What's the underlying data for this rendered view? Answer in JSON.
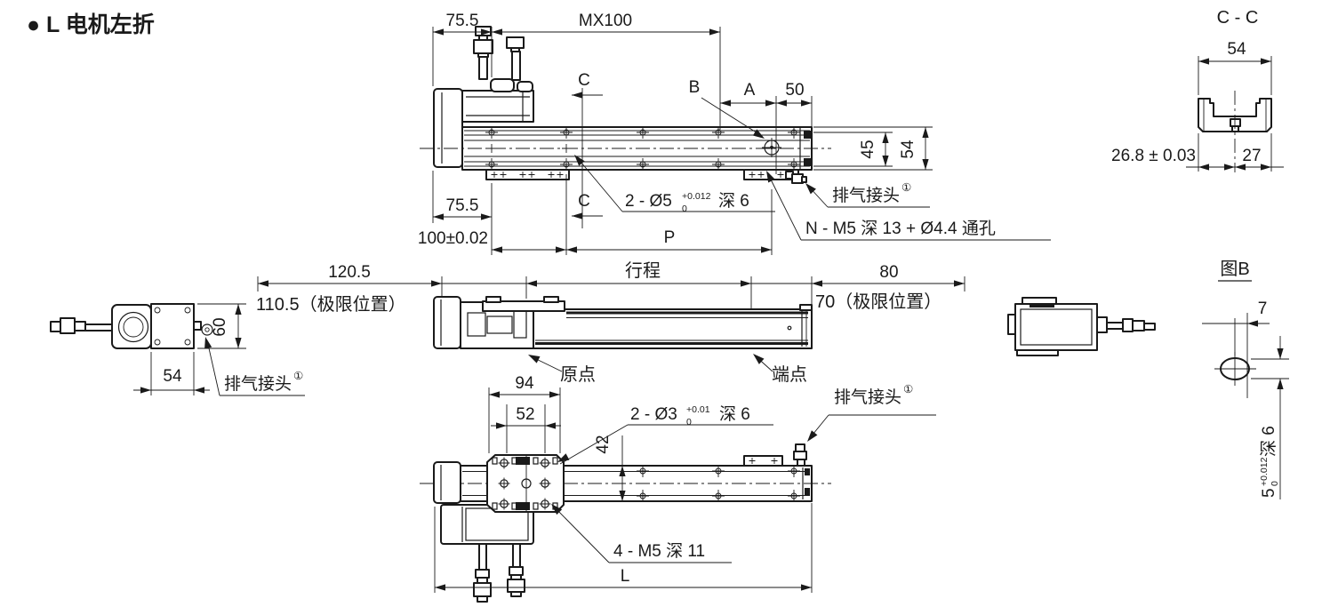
{
  "title": "● L 电机左折",
  "top_view": {
    "dim_75_5_top": "75.5",
    "dim_mx100": "MX100",
    "section_c_top": "C",
    "label_b": "B",
    "dim_a": "A",
    "dim_50": "50",
    "dim_45": "45",
    "dim_54": "54",
    "dim_75_5_bottom": "75.5",
    "dim_100": "100±0.02",
    "section_c_bottom": "C",
    "dim_p": "P",
    "pin_hole_label": "2 - Ø5",
    "pin_hole_tol_sup": "+0.012",
    "pin_hole_tol_sub": "0",
    "pin_hole_depth": "深 6",
    "exhaust_label": "排气接头",
    "exhaust_note": "①",
    "mount_hole_label": "N - M5 深 13 + Ø4.4 通孔"
  },
  "stroke_row": {
    "dim_120_5": "120.5",
    "stroke_label": "行程",
    "dim_80": "80",
    "limit_left": "110.5（极限位置）",
    "limit_right": "70（极限位置）"
  },
  "left_view": {
    "dim_60": "60",
    "dim_54": "54",
    "exhaust_label": "排气接头",
    "exhaust_note": "①"
  },
  "front_view": {
    "origin_label": "原点",
    "end_label": "端点"
  },
  "section_cc": {
    "title": "C - C",
    "dim_54": "54",
    "dim_26_8": "26.8 ± 0.03",
    "dim_27": "27"
  },
  "detail_b": {
    "title": "图B",
    "dim_7": "7",
    "hole_dia": "5",
    "hole_tol_sup": "+0.012",
    "hole_tol_sub": "0",
    "hole_depth": "深 6"
  },
  "bottom_view": {
    "dim_94": "94",
    "dim_52": "52",
    "dim_42": "42",
    "dim_l": "L",
    "pin_hole_label": "2 - Ø3",
    "pin_hole_tol_sup": "+0.01",
    "pin_hole_tol_sub": "0",
    "pin_hole_depth": "深 6",
    "exhaust_label": "排气接头",
    "exhaust_note": "①",
    "screw_hole_label": "4 - M5 深 11"
  }
}
